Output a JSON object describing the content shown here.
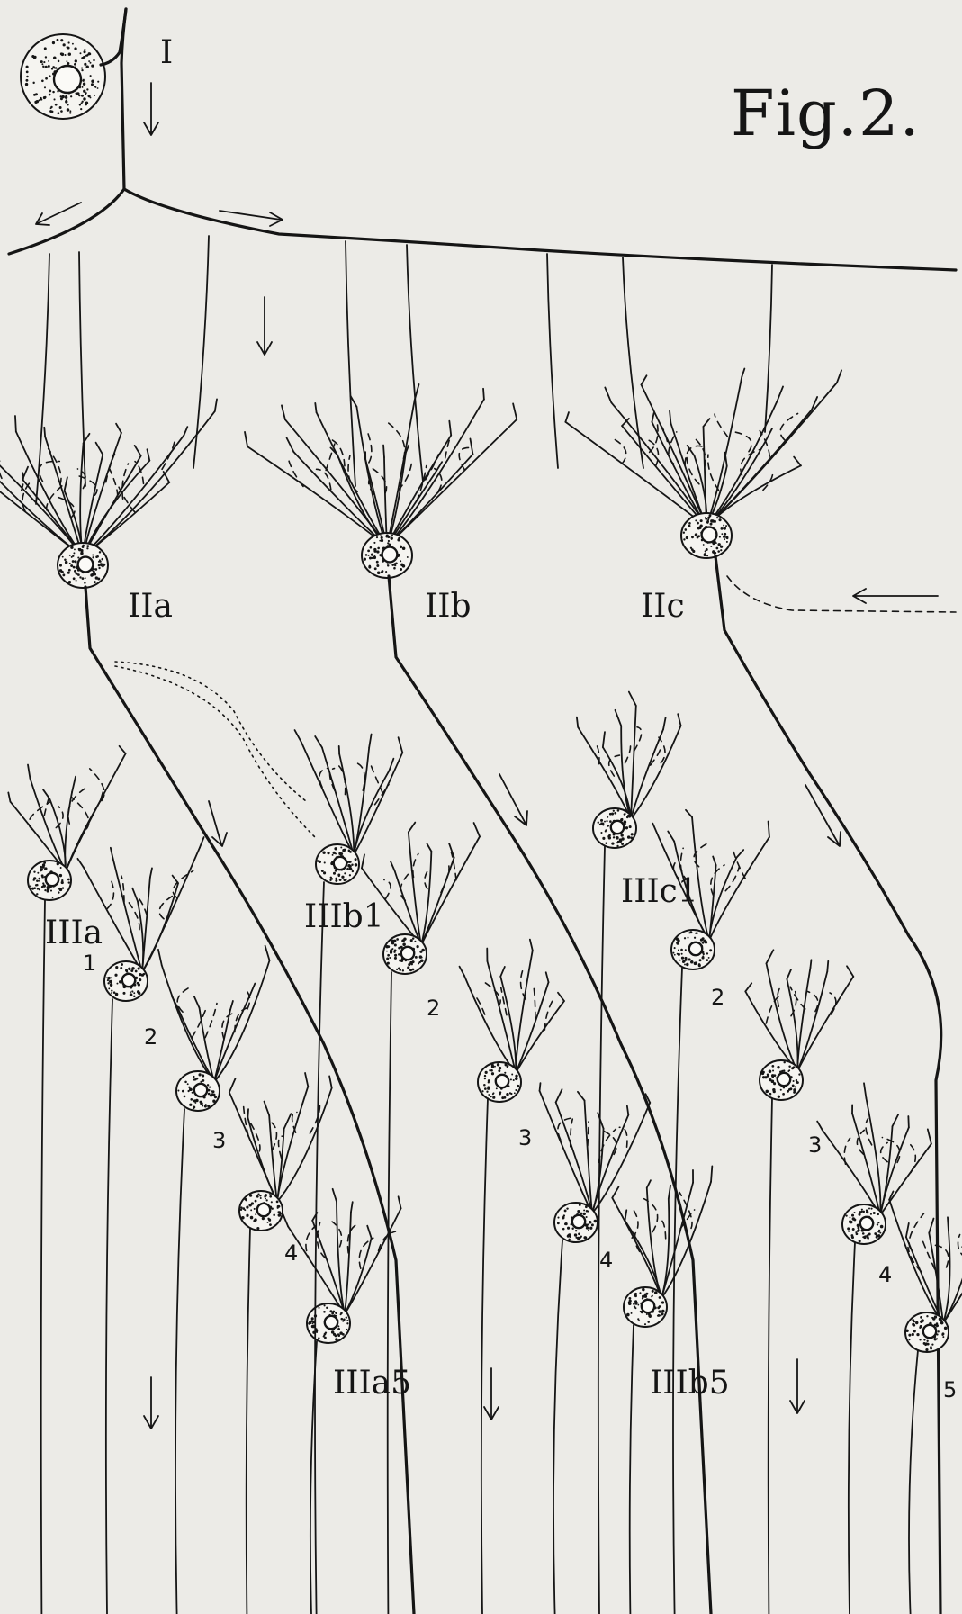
{
  "figure": {
    "title": "Fig.2.",
    "roman_one": "I",
    "labels": {
      "IIa": "IIa",
      "IIb": "IIb",
      "IIc": "IIc",
      "IIIa": "IIIa",
      "IIIb1": "IIIb1",
      "IIIc1": "IIIc1",
      "IIIa5": "IIIa5",
      "IIIb5": "IIIb5"
    },
    "numbers": {
      "a1": "1",
      "a2": "2",
      "a3": "3",
      "a4": "4",
      "b2": "2",
      "b3": "3",
      "b4": "4",
      "c2": "2",
      "c3": "3",
      "c4": "4",
      "c5": "5"
    },
    "colors": {
      "ink": "#151515",
      "paper": "#ecebe7"
    }
  }
}
